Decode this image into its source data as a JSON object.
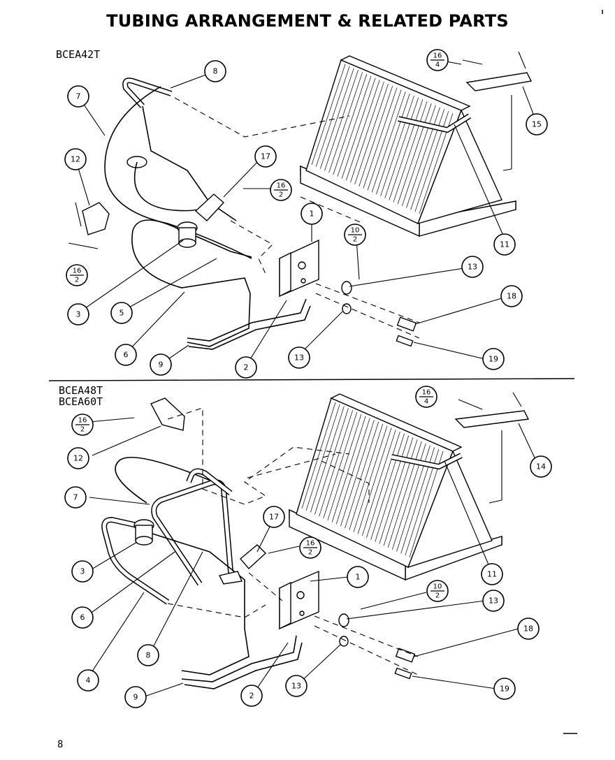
{
  "title": "TUBING ARRANGEMENT & RELATED PARTS",
  "top_section": {
    "model": "BCEA42T"
  },
  "bottom_section": {
    "model_line1": "BCEA48T",
    "model_line2": "BCEA60T"
  },
  "page_number": "8",
  "top_callouts": [
    "8",
    "7",
    "12",
    "17",
    "15",
    "11",
    "1",
    "3",
    "5",
    "6",
    "9",
    "2",
    "13",
    "13",
    "18",
    "19"
  ],
  "top_fractions": [
    {
      "num": "16",
      "den": "4"
    },
    {
      "num": "16",
      "den": "2"
    },
    {
      "num": "16",
      "den": "2"
    },
    {
      "num": "10",
      "den": "2"
    }
  ],
  "bottom_callouts": [
    "12",
    "7",
    "17",
    "14",
    "11",
    "1",
    "3",
    "6",
    "4",
    "8",
    "9",
    "2",
    "13",
    "13",
    "18",
    "19"
  ],
  "bottom_fractions": [
    {
      "num": "16",
      "den": "4"
    },
    {
      "num": "16",
      "den": "2"
    },
    {
      "num": "16",
      "den": "2"
    },
    {
      "num": "10",
      "den": "2"
    }
  ]
}
